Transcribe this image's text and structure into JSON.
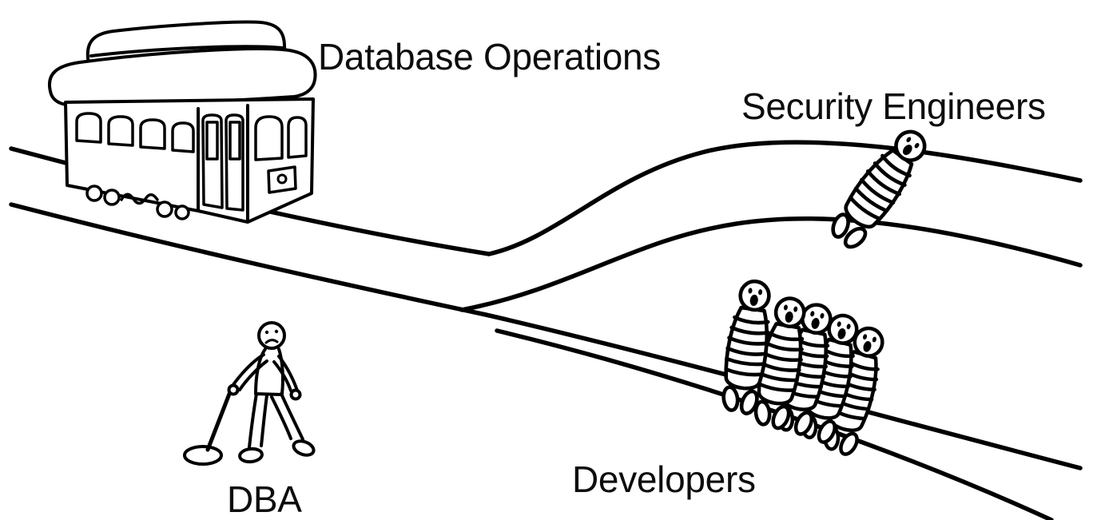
{
  "meta": {
    "description": "hand-drawn trolley problem cartoon",
    "background_color": "#ffffff",
    "ink_color": "#000000"
  },
  "labels": {
    "trolley": "Database Operations",
    "single_victim": "Security Engineers",
    "group_victims": "Developers",
    "lever_operator": "DBA"
  },
  "figures": {
    "developers_count": 5,
    "security_engineers_count": 1
  }
}
